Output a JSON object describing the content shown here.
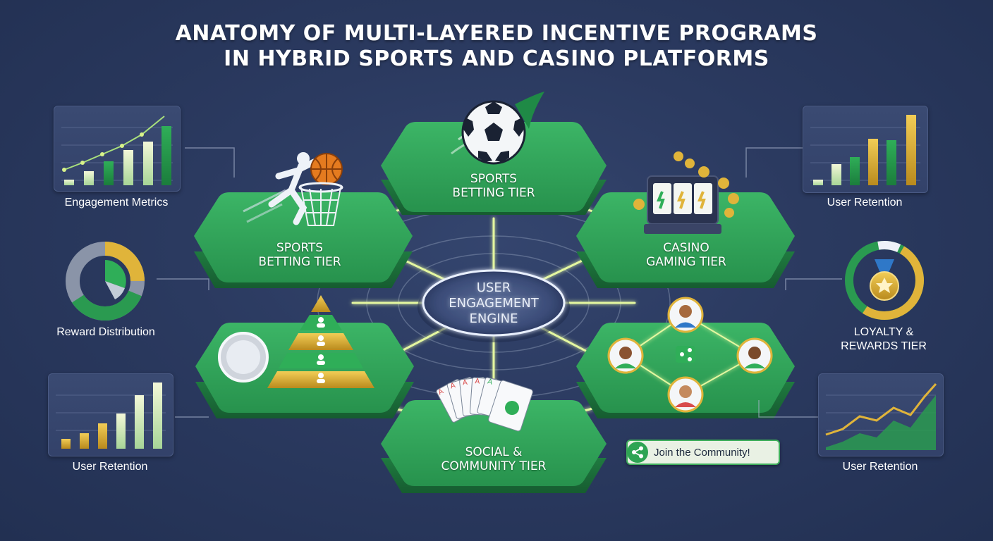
{
  "title": {
    "line1": "ANATOMY OF MULTI-LAYERED INCENTIVE PROGRAMS",
    "line2": "IN HYBRID SPORTS AND CASINO PLATFORMS"
  },
  "center": {
    "lines": [
      "USER",
      "ENGAGEMENT",
      "ENGINE"
    ]
  },
  "tiers": {
    "top": {
      "lines": [
        "SPORTS",
        "BETTING TIER"
      ],
      "icon": "soccer-ball-icon"
    },
    "left": {
      "lines": [
        "SPORTS",
        "BETTING TIER"
      ],
      "icon": "basketball-player-icon"
    },
    "right": {
      "lines": [
        "CASINO",
        "GAMING TIER"
      ],
      "icon": "slot-machine-icon"
    },
    "bottom": {
      "lines": [
        "SOCIAL &",
        "COMMUNITY TIER"
      ],
      "icon": "playing-cards-icon"
    },
    "lower_left": {
      "icon": "pyramid-icon"
    },
    "lower_right": {
      "icon": "social-network-icon"
    }
  },
  "side_panels": {
    "engagement_metrics": "Engagement Metrics",
    "reward_distribution": "Reward Distribution",
    "user_retention_left": "User Retention",
    "user_retention_top_right": "User Retention",
    "loyalty": [
      "LOYALTY &",
      "REWARDS TIER"
    ],
    "user_retention_bottom_right": "User Retention"
  },
  "community_button": {
    "label": "Join the Community!",
    "icon": "share-icon"
  },
  "colors": {
    "background": "#2b3a60",
    "tier_green": "#2e9e55",
    "tier_green_dark": "#1f7a40",
    "gold": "#e0b43a",
    "glow": "#d8f28a"
  }
}
